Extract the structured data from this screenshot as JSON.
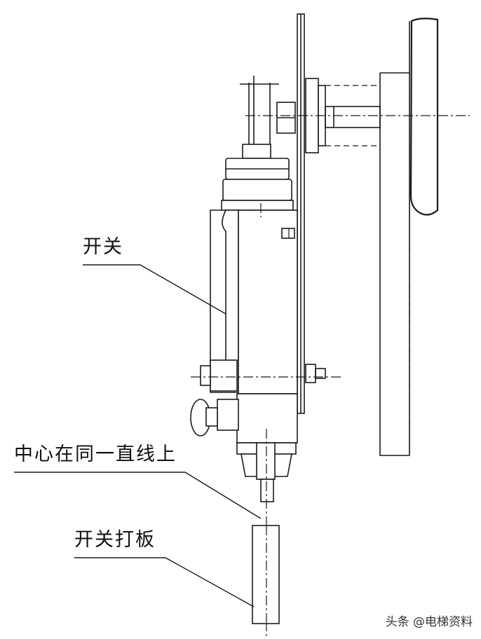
{
  "labels": {
    "switch": "开关",
    "center_line": "中心在同一直线上",
    "switch_plate": "开关打板"
  },
  "watermark": "头条 @电梯资料"
}
